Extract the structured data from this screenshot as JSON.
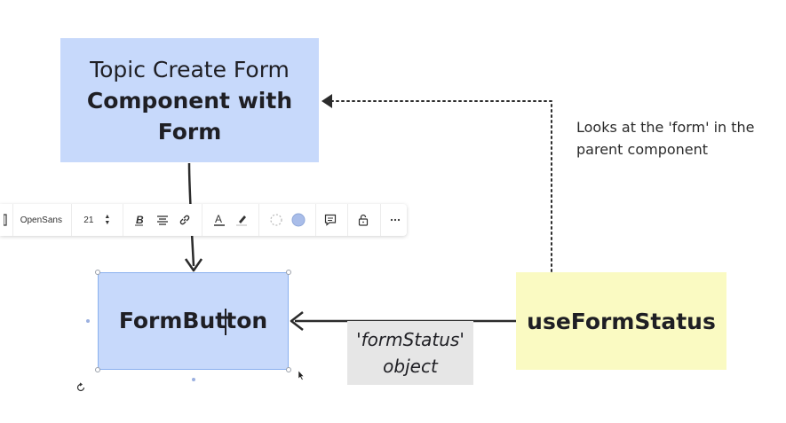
{
  "diagram": {
    "topic_box": {
      "line1": "Topic Create Form",
      "line2": "Component with",
      "line3": "Form",
      "fill": "#c7d9fb"
    },
    "form_button_box": {
      "label_part1": "FormBut",
      "label_part2": "ton",
      "fill": "#c7d9fb"
    },
    "use_form_status_box": {
      "label": "useFormStatus",
      "fill": "#fafac2"
    },
    "form_status_label": {
      "line1": "'formStatus'",
      "line2": "object",
      "fill": "#e6e6e6"
    },
    "note": {
      "text": "Looks at the 'form' in the parent component"
    }
  },
  "toolbar": {
    "font_name": "OpenSans",
    "font_size": "21",
    "icons": [
      "bold-icon",
      "align-center-icon",
      "link-icon",
      "text-color-icon",
      "highlighter-icon",
      "border-color-icon",
      "fill-color-icon",
      "comment-icon",
      "lock-icon",
      "more-icon"
    ],
    "accent": "#a9bde9"
  },
  "colors": {
    "arrow": "#2b2b2b",
    "selection": "#8ab0ee"
  }
}
